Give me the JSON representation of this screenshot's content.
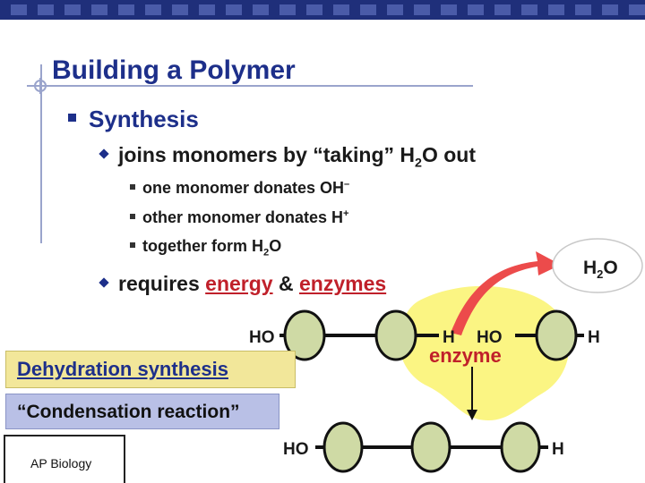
{
  "title": "Building a Polymer",
  "bullet_synthesis": "Synthesis",
  "bullet_joins": {
    "pre": "joins monomers by “taking” H",
    "sub": "2",
    "post": "O out"
  },
  "subbullets": {
    "one": {
      "text": "one monomer donates OH",
      "sup": "–"
    },
    "other": {
      "text": "other monomer donates H",
      "sup": "+"
    },
    "together": {
      "pre": "together form H",
      "sub": "2",
      "post": "O"
    }
  },
  "bullet_requires": {
    "pre": "requires ",
    "energy": "energy",
    "amp": " & ",
    "enzymes": "enzymes"
  },
  "diagram": {
    "water": {
      "pre": "H",
      "sub": "2",
      "post": "O"
    },
    "label_ho_top_left": "HO",
    "label_h_top_mid": "H",
    "label_ho_top_mid": "HO",
    "label_h_top_right": "H",
    "label_enzyme": "enzyme",
    "label_ho_bottom": "HO",
    "label_h_bottom": "H"
  },
  "dehydration_label": "Dehydration synthesis",
  "condensation_label": "“Condensation reaction”",
  "logo_text": "AP Biology",
  "colors": {
    "title_blue": "#1d2f8a",
    "accent_red": "#c0202a",
    "monomer_green": "#cfdaa5",
    "enzyme_yellow": "#fbf583",
    "arrow_red": "#ec4b4b",
    "dehydration_bg": "#f2e79a",
    "condensation_bg": "#b9c0e6"
  }
}
